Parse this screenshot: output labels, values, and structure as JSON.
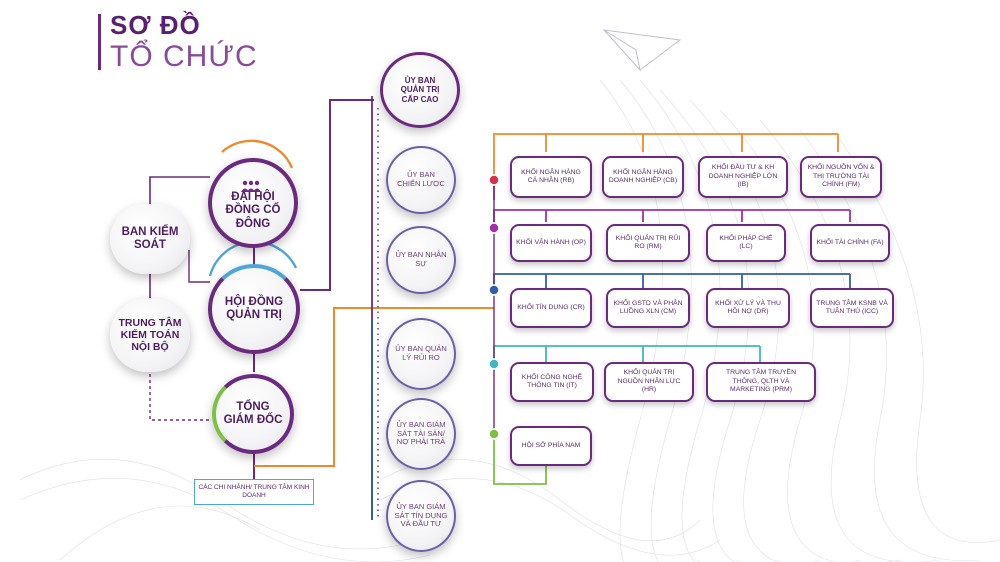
{
  "title": {
    "line1": "SƠ ĐỒ",
    "line2": "TỔ CHỨC"
  },
  "colors": {
    "purple": "#6b2a7f",
    "orange": "#ef8a2b",
    "blue": "#2f5fa8",
    "light_blue": "#4ea6d8",
    "teal": "#3fb8c0",
    "green": "#7cc142",
    "red_dot": "#d6304a"
  },
  "left": {
    "dhdcd": "ĐẠI HỘI ĐỒNG CỔ ĐÔNG",
    "ban_kiem_soat": "BAN KIỂM SOÁT",
    "hdqt": "HỘI ĐỒNG QUẢN TRỊ",
    "kiem_toan": "TRUNG TÂM KIỂM TOÁN NỘI BỘ",
    "tgd": "TỔNG GIÁM ĐỐC",
    "chi_nhanh": "CÁC CHI NHÁNH/ TRUNG TÂM KINH DOANH"
  },
  "committees": [
    "ỦY BAN QUẢN TRỊ CẤP CAO",
    "ỦY BAN CHIẾN LƯỢC",
    "ỦY BAN NHÂN SỰ",
    "ỦY BAN QUẢN LÝ RỦI RO",
    "ỦY BAN GIÁM SÁT TÀI SẢN/ NỢ PHẢI TRẢ",
    "ỦY BAN GIÁM SÁT TÍN DỤNG VÀ ĐẦU TƯ"
  ],
  "blocks": {
    "row1": [
      "KHỐI NGÂN HÀNG CÁ NHÂN (RB)",
      "KHỐI NGÂN HÀNG DOANH NGHIỆP (CB)",
      "KHỐI ĐẦU TƯ & KH DOANH NGHIỆP LỚN (IB)",
      "KHỐI NGUỒN VỐN & THỊ TRƯỜNG TÀI CHÍNH (FM)"
    ],
    "row2": [
      "KHỐI VẬN HÀNH (OP)",
      "KHỐI QUẢN TRỊ RỦI RO (RM)",
      "KHỐI PHÁP CHẾ (LC)",
      "KHỐI TÀI CHÍNH (FA)"
    ],
    "row3": [
      "KHỐI TÍN DỤNG (CR)",
      "KHỐI GSTD VÀ PHÂN LUỒNG XLN (CM)",
      "KHỐI XỬ LÝ VÀ THU HỒI NỢ (DR)",
      "TRUNG TÂM KSNB VÀ TUÂN THỦ (ICC)"
    ],
    "row4": [
      "KHỐI CÔNG NGHỆ THÔNG TIN (IT)",
      "KHỐI QUẢN TRỊ NGUỒN NHÂN LỰC (HR)",
      "TRUNG TÂM TRUYỀN THÔNG, QLTH VÀ MARKETING (PRM)"
    ],
    "row5": [
      "HỘI SỞ PHÍA NAM"
    ]
  }
}
